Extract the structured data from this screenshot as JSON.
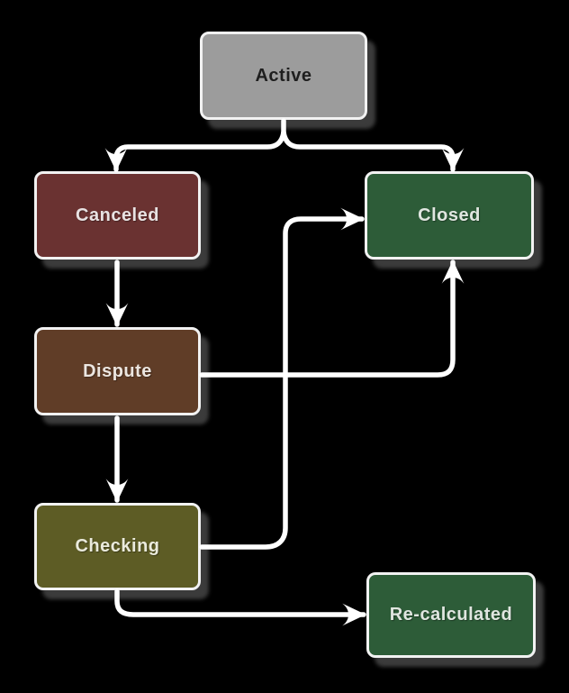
{
  "diagram": {
    "background_color": "#000000",
    "connector_color": "#ffffff",
    "node_border_color": "#f2f2f2",
    "nodes": [
      {
        "id": "active",
        "label": "Active",
        "fill": "#9c9c9c",
        "text_color": "#1e1e1e"
      },
      {
        "id": "canceled",
        "label": "Canceled",
        "fill": "#6a3231",
        "text_color": "#e8e2e2"
      },
      {
        "id": "closed",
        "label": "Closed",
        "fill": "#2d5c38",
        "text_color": "#e0e6e0"
      },
      {
        "id": "dispute",
        "label": "Dispute",
        "fill": "#603d27",
        "text_color": "#ece6e0"
      },
      {
        "id": "checking",
        "label": "Checking",
        "fill": "#5d5c25",
        "text_color": "#eaeadc"
      },
      {
        "id": "recalculated",
        "label": "Re-calculated",
        "fill": "#2d5c38",
        "text_color": "#e0e6e0"
      }
    ],
    "edges": [
      {
        "from": "active",
        "to": "canceled"
      },
      {
        "from": "active",
        "to": "closed"
      },
      {
        "from": "canceled",
        "to": "dispute"
      },
      {
        "from": "dispute",
        "to": "closed"
      },
      {
        "from": "dispute",
        "to": "checking"
      },
      {
        "from": "checking",
        "to": "closed"
      },
      {
        "from": "checking",
        "to": "recalculated"
      }
    ]
  }
}
